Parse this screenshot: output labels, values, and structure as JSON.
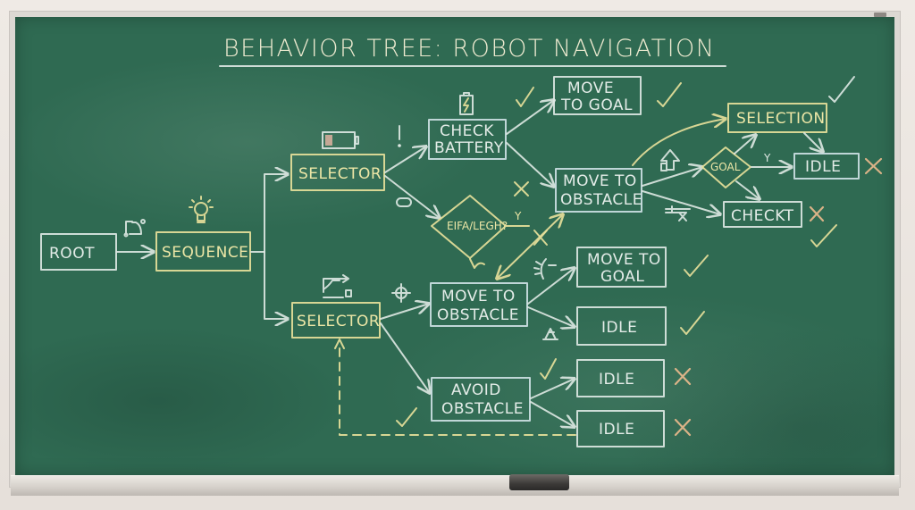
{
  "title": "BEHAVIOR TREE: ROBOT NAVIGATION",
  "nodes": {
    "root": "ROOT",
    "sequence": "SEQUENCE",
    "selector_top": "SELECTOR",
    "selector_bottom": "SELECTOR",
    "check_battery_1": "CHECK",
    "check_battery_2": "BATTERY",
    "decision_diamond": "EIFA/LEGH?",
    "move_to_goal_top_1": "MOVE",
    "move_to_goal_top_2": "TO GOAL",
    "move_to_obstacle_top_1": "MOVE TO",
    "move_to_obstacle_top_2": "OBSTACLE",
    "selection": "SELECTION",
    "goal_diamond": "GOAL",
    "idle_right": "IDLE",
    "checkt": "CHECKT",
    "move_to_obstacle_mid_1": "MOVE TO",
    "move_to_obstacle_mid_2": "OBSTACLE",
    "move_to_goal_mid_1": "MOVE TO",
    "move_to_goal_mid_2": "GOAL",
    "idle_mid": "IDLE",
    "avoid_obstacle_1": "AVOID",
    "avoid_obstacle_2": "OBSTACLE",
    "idle_low_1": "IDLE",
    "idle_low_2": "IDLE"
  },
  "edge_labels": {
    "diamond_yes": "Y",
    "goal_yes": "Y"
  },
  "status_marks": [
    {
      "near": "move_to_goal_top (left)",
      "mark": "check",
      "color": "#e6df9a"
    },
    {
      "near": "move_to_goal_top (right)",
      "mark": "check",
      "color": "#e6df9a"
    },
    {
      "near": "check_battery to move_to_obstacle",
      "mark": "cross",
      "color": "#e6df9a"
    },
    {
      "near": "diamond yes branch",
      "mark": "cross",
      "color": "#e6df9a"
    },
    {
      "near": "selection (top right)",
      "mark": "check",
      "color": "#dfe9e4"
    },
    {
      "near": "idle_right",
      "mark": "cross",
      "color": "#e9b98c"
    },
    {
      "near": "checkt",
      "mark": "cross",
      "color": "#e9b98c"
    },
    {
      "near": "checkt (below)",
      "mark": "check",
      "color": "#e6df9a"
    },
    {
      "near": "move_to_goal_mid",
      "mark": "check",
      "color": "#e6df9a"
    },
    {
      "near": "idle_mid",
      "mark": "check",
      "color": "#e6df9a"
    },
    {
      "near": "avoid_obstacle to idle_low_1",
      "mark": "check",
      "color": "#e6df9a"
    },
    {
      "near": "idle_low_1",
      "mark": "cross",
      "color": "#e9b98c"
    },
    {
      "near": "idle_low_2",
      "mark": "cross",
      "color": "#e9b98c"
    },
    {
      "near": "dashed feedback line",
      "mark": "check",
      "color": "#e6df9a"
    }
  ],
  "icons": [
    "flag-icon",
    "lightbulb-icon",
    "battery-low-icon",
    "battery-charging-icon",
    "exclamation-icon",
    "capsule-icon",
    "crosshair-icon",
    "path-icon",
    "up-arrow-icon",
    "sensor-icon",
    "gauge-icon"
  ],
  "colors": {
    "board": "#2f6a52",
    "chalk_white": "#dfe9e4",
    "chalk_yellow": "#e6df9a",
    "chalk_orange": "#e9b98c"
  }
}
